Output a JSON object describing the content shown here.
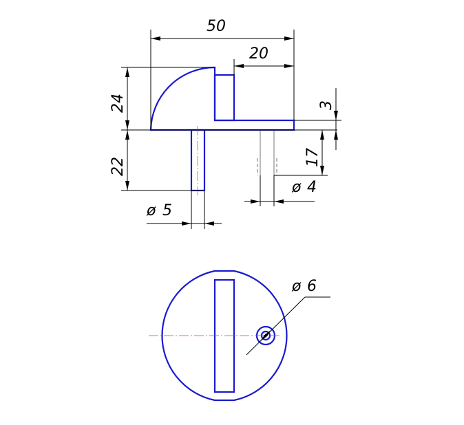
{
  "dimensions": {
    "width_overall": "50",
    "width_top": "20",
    "height_top": "24",
    "thickness": "3",
    "pin_length": "22",
    "screw_length": "17",
    "screw_dia": "4",
    "pin_dia": "5",
    "hole_dia": "6"
  },
  "colors": {
    "outline": "#1a1ad0",
    "dimension": "#000000",
    "centerline": "#e04040"
  }
}
